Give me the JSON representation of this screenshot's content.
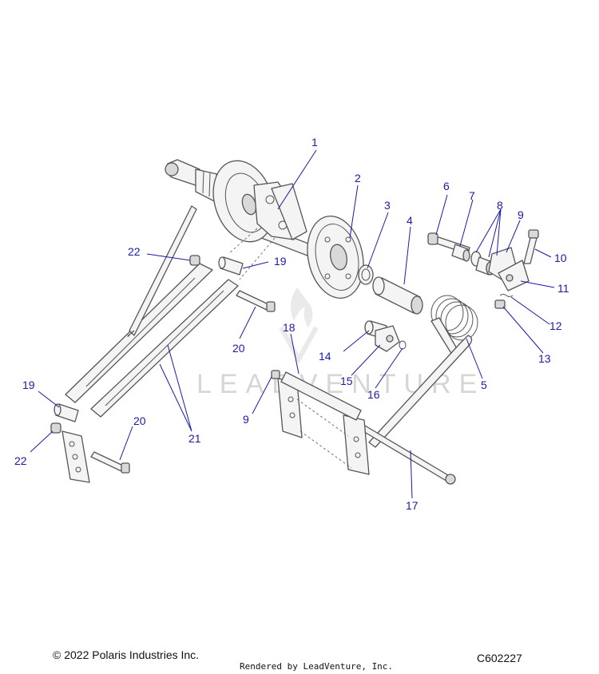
{
  "diagram": {
    "callouts": [
      {
        "id": "1",
        "label": "1"
      },
      {
        "id": "2",
        "label": "2"
      },
      {
        "id": "3",
        "label": "3"
      },
      {
        "id": "4",
        "label": "4"
      },
      {
        "id": "5",
        "label": "5"
      },
      {
        "id": "6",
        "label": "6"
      },
      {
        "id": "7",
        "label": "7"
      },
      {
        "id": "8",
        "label": "8"
      },
      {
        "id": "9a",
        "label": "9"
      },
      {
        "id": "9b",
        "label": "9"
      },
      {
        "id": "10",
        "label": "10"
      },
      {
        "id": "11",
        "label": "11"
      },
      {
        "id": "12",
        "label": "12"
      },
      {
        "id": "13",
        "label": "13"
      },
      {
        "id": "14",
        "label": "14"
      },
      {
        "id": "15",
        "label": "15"
      },
      {
        "id": "16",
        "label": "16"
      },
      {
        "id": "17",
        "label": "17"
      },
      {
        "id": "18",
        "label": "18"
      },
      {
        "id": "19a",
        "label": "19"
      },
      {
        "id": "19b",
        "label": "19"
      },
      {
        "id": "20a",
        "label": "20"
      },
      {
        "id": "20b",
        "label": "20"
      },
      {
        "id": "21",
        "label": "21"
      },
      {
        "id": "22a",
        "label": "22"
      },
      {
        "id": "22b",
        "label": "22"
      }
    ],
    "watermark": "LEADVENTURE"
  },
  "footer": {
    "copyright": "© 2022 Polaris Industries Inc.",
    "rendered_by": "Rendered by LeadVenture, Inc.",
    "diagram_code": "C602227"
  },
  "colors": {
    "callout": "#1a1aa6",
    "line_art": "#555555"
  }
}
